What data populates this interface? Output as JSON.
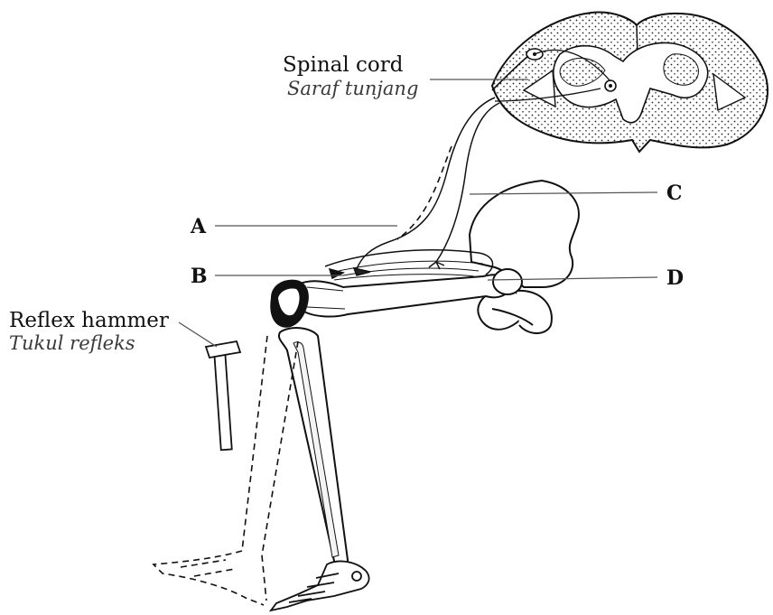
{
  "labels": {
    "spinal_cord": {
      "english": "Spinal cord",
      "malay": "Saraf tunjang"
    },
    "reflex_hammer": {
      "english": "Reflex hammer",
      "malay": "Tukul refleks"
    },
    "A": "A",
    "B": "B",
    "C": "C",
    "D": "D"
  }
}
